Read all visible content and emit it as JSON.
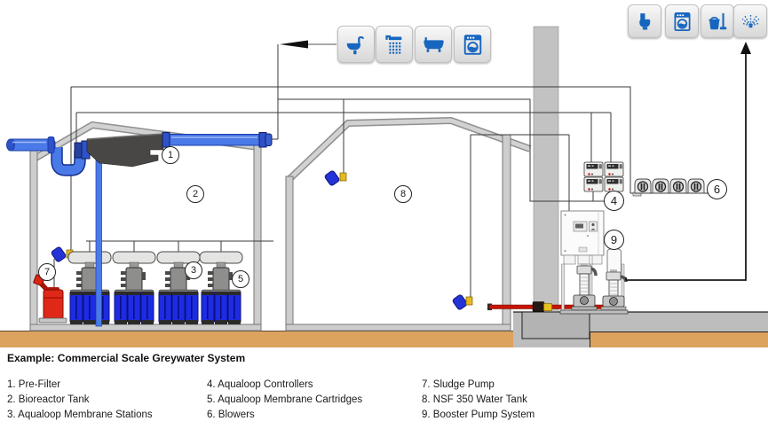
{
  "legend": {
    "title": "Example: Commercial Scale Greywater System",
    "columns": [
      {
        "items": [
          "1. Pre-Filter",
          "2. Bioreactor Tank",
          "3. Aqualoop Membrane Stations"
        ]
      },
      {
        "items": [
          "4. Aqualoop Controllers",
          "5. Aqualoop Membrane Cartridges",
          "6. Blowers"
        ]
      },
      {
        "items": [
          "7. Sludge Pump",
          "8. NSF 350 Water Tank",
          "9. Booster Pump System"
        ]
      }
    ]
  },
  "callouts": [
    "1",
    "2",
    "3",
    "4",
    "5",
    "6",
    "7",
    "8",
    "9"
  ],
  "icons": {
    "greywater_sources": [
      "sink",
      "shower",
      "bathtub",
      "washing-machine"
    ],
    "reuse_points": [
      "toilet",
      "washing-machine",
      "mop-bucket-cleaning",
      "irrigation-sprinkler"
    ]
  },
  "colors": {
    "icon_blue": "#1666BF",
    "pipe_blue": "#4A79E8",
    "membrane_cartridge_blue": "#1D2BE3",
    "sludge_pump_red": "#D92313",
    "pressure_pipe_red": "#C41400",
    "soil_tan": "#DCA35F",
    "wall_grey": "#CDCDCD",
    "prefilter_grey": "#494745"
  }
}
